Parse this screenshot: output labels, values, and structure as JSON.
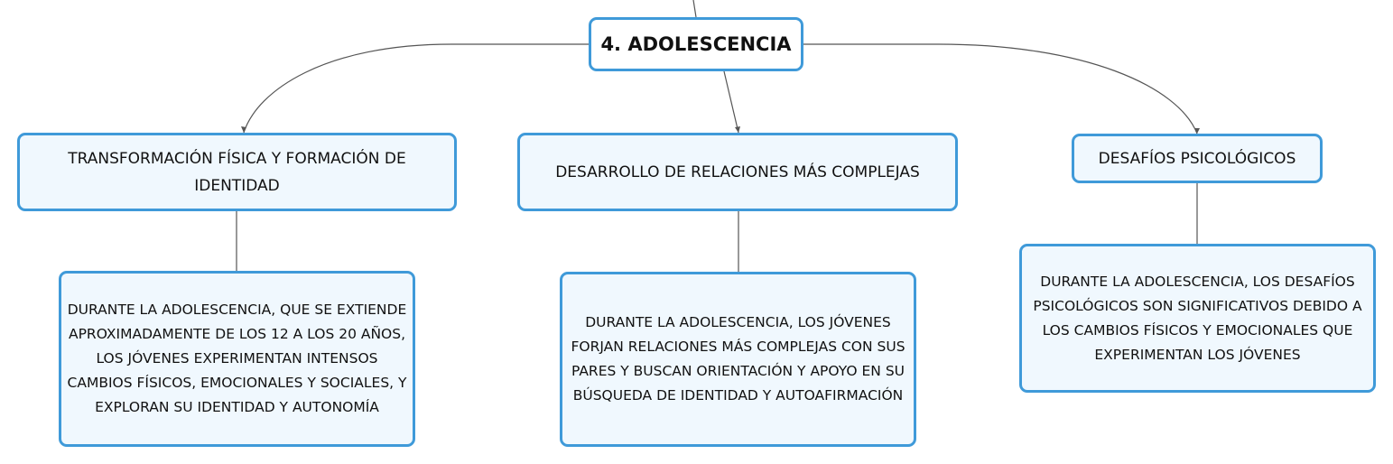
{
  "root": {
    "title": "4. ADOLESCENCIA"
  },
  "branches": [
    {
      "title": "TRANSFORMACIÓN FÍSICA Y FORMACIÓN DE IDENTIDAD",
      "detail": "DURANTE LA ADOLESCENCIA, QUE SE EXTIENDE APROXIMADAMENTE DE LOS 12 A LOS 20 AÑOS, LOS JÓVENES EXPERIMENTAN INTENSOS CAMBIOS FÍSICOS, EMOCIONALES Y SOCIALES, Y EXPLORAN SU IDENTIDAD Y AUTONOMÍA"
    },
    {
      "title": "DESARROLLO DE RELACIONES MÁS COMPLEJAS",
      "detail": "DURANTE LA ADOLESCENCIA, LOS JÓVENES FORJAN RELACIONES MÁS COMPLEJAS CON SUS PARES Y BUSCAN ORIENTACIÓN Y APOYO EN SU BÚSQUEDA DE IDENTIDAD Y AUTOAFIRMACIÓN"
    },
    {
      "title": "DESAFÍOS PSICOLÓGICOS",
      "detail": "DURANTE LA ADOLESCENCIA, LOS DESAFÍOS PSICOLÓGICOS SON SIGNIFICATIVOS DEBIDO A LOS CAMBIOS FÍSICOS Y EMOCIONALES QUE EXPERIMENTAN LOS JÓVENES"
    }
  ],
  "colors": {
    "node_border": "#3f9ad9",
    "node_fill": "#f0f8fe",
    "root_fill": "#ffffff",
    "connector": "#555555",
    "text": "#111111"
  }
}
